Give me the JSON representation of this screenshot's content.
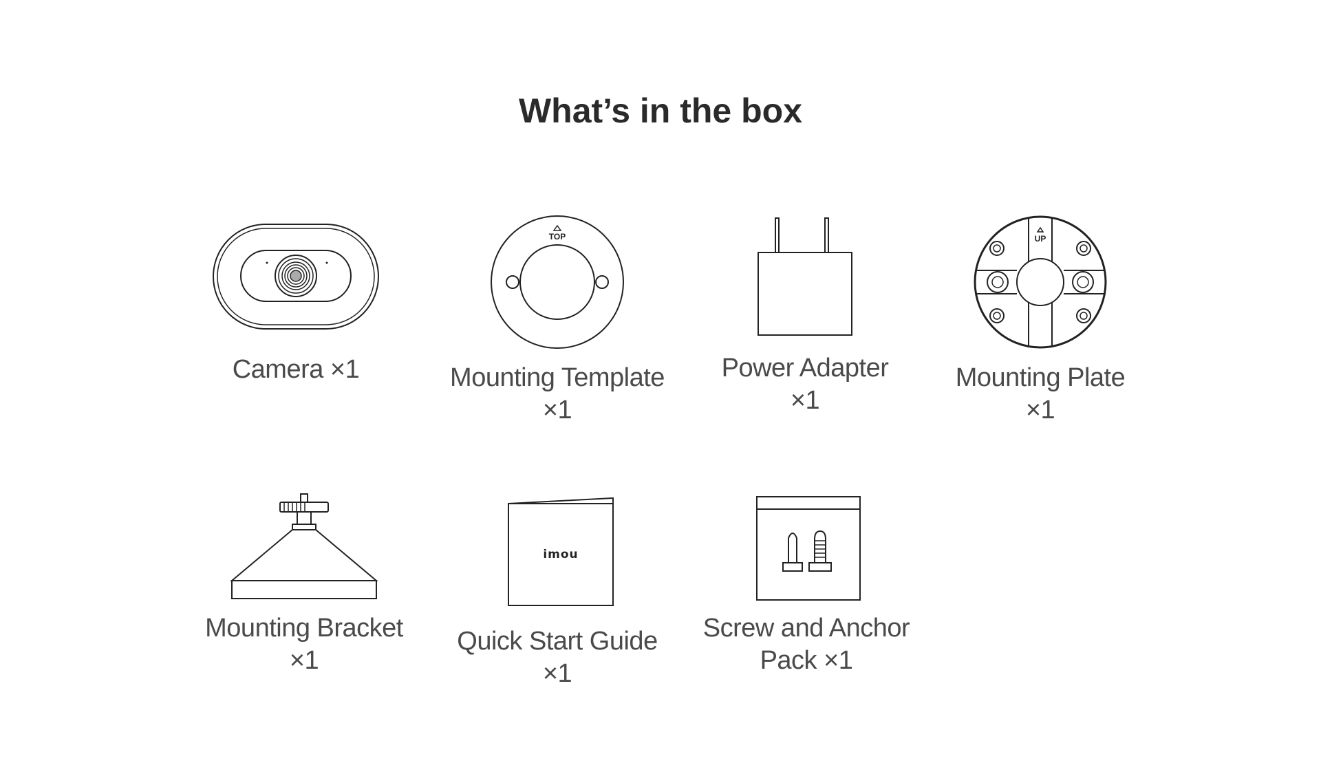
{
  "page": {
    "title": "What’s in the box"
  },
  "items": [
    {
      "id": "camera",
      "icon": "camera-icon",
      "lines": [
        "Camera  ×1"
      ]
    },
    {
      "id": "mounting-template",
      "icon": "mounting-template-icon",
      "lines": [
        "Mounting Template",
        "×1"
      ],
      "icon_text": "TOP"
    },
    {
      "id": "power-adapter",
      "icon": "power-adapter-icon",
      "lines": [
        "Power Adapter",
        "×1"
      ]
    },
    {
      "id": "mounting-plate",
      "icon": "mounting-plate-icon",
      "lines": [
        "Mounting Plate",
        "×1"
      ],
      "icon_text": "UP"
    },
    {
      "id": "mounting-bracket",
      "icon": "mounting-bracket-icon",
      "lines": [
        "Mounting Bracket",
        "×1"
      ]
    },
    {
      "id": "quick-start-guide",
      "icon": "quick-start-guide-icon",
      "lines": [
        "Quick Start Guide",
        "×1"
      ],
      "icon_text": "imou"
    },
    {
      "id": "screw-and-anchor",
      "icon": "screw-and-anchor-pack-icon",
      "lines": [
        "Screw and Anchor",
        "Pack  ×1"
      ]
    }
  ]
}
